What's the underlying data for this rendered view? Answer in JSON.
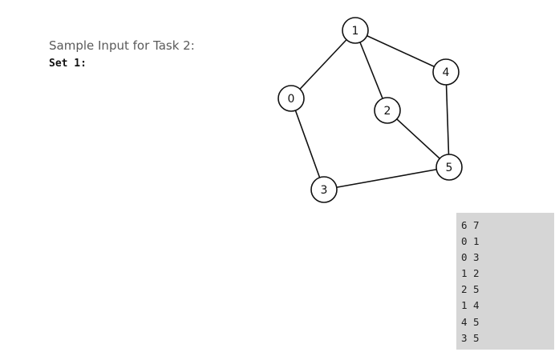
{
  "heading": "Sample Input for Task 2:",
  "set_label": "Set 1:",
  "graph": {
    "nodes": [
      "0",
      "1",
      "2",
      "3",
      "4",
      "5"
    ],
    "edges": [
      [
        "0",
        "1"
      ],
      [
        "0",
        "3"
      ],
      [
        "1",
        "2"
      ],
      [
        "2",
        "5"
      ],
      [
        "1",
        "4"
      ],
      [
        "4",
        "5"
      ],
      [
        "3",
        "5"
      ]
    ]
  },
  "input_lines": [
    "6 7",
    "0 1",
    "0 3",
    "1 2",
    "2 5",
    "1 4",
    "4 5",
    "3 5"
  ]
}
